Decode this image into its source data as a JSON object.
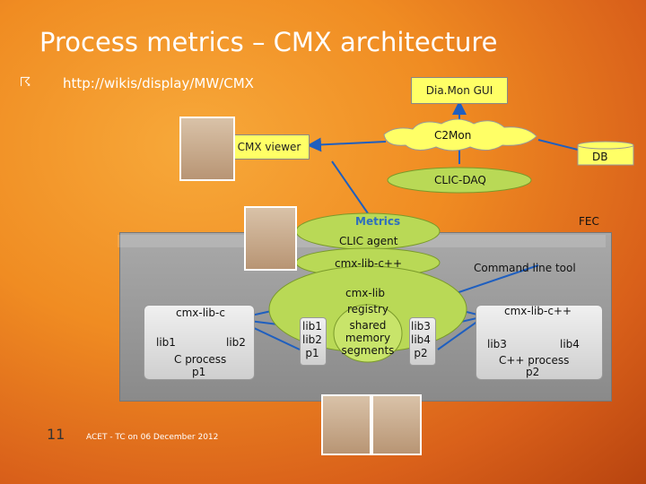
{
  "slide": {
    "title": "Process metrics – CMX architecture",
    "bullet_url": "http://wikis/display/MW/CMX",
    "page_number": "11",
    "footer": "ACET - TC on 06 December 2012"
  },
  "diagram": {
    "diamon_gui": "Dia.Mon GUI",
    "cmx_viewer": "CMX viewer",
    "c2mon": "C2Mon",
    "db": "DB",
    "clic_daq": "CLIC-DAQ",
    "metrics": "Metrics",
    "fec": "FEC",
    "clic_agent": "CLIC agent",
    "cmx_lib_cpp_top": "cmx-lib-c++",
    "command_line_tool": "Command line tool",
    "cmx_lib": "cmx-lib",
    "left_process": {
      "lib_label": "cmx-lib-c",
      "lib1": "lib1",
      "lib2": "lib2",
      "process": "C process",
      "pid": "p1"
    },
    "middle_left": [
      "lib1",
      "lib2",
      "p1"
    ],
    "registry": {
      "title": "registry",
      "body": [
        "shared",
        "memory",
        "segments"
      ]
    },
    "middle_right": [
      "lib3",
      "lib4",
      "p2"
    ],
    "right_process": {
      "lib_label": "cmx-lib-c++",
      "lib3": "lib3",
      "lib4": "lib4",
      "process": "C++ process",
      "pid": "p2"
    }
  },
  "colors": {
    "background": "#f08c22",
    "box_yellow": "#ffff66",
    "lime": "#b9d956",
    "arrow_blue": "#1f5fbf",
    "metrics_text": "#2e6fbf"
  },
  "icons": {
    "bullet": "wind-bullet-icon"
  }
}
